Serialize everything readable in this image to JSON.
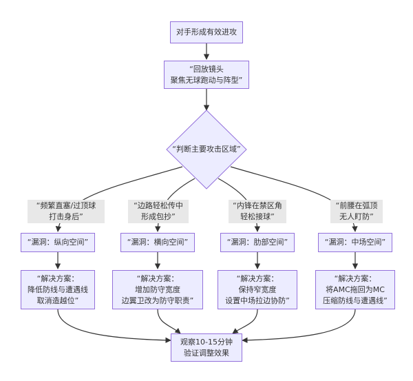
{
  "colors": {
    "node_fill": "#ECECFF",
    "node_border": "#9370DB",
    "edge": "#333333",
    "edge_label_bg": "#E8E8E8"
  },
  "nodes": {
    "start": {
      "lines": [
        "对手形成有效进攻"
      ]
    },
    "replay": {
      "lines": [
        "“回放镜头",
        "聚焦无球跑动与阵型”"
      ]
    },
    "judge": {
      "lines": [
        "“判断主要攻击区域”"
      ]
    },
    "gap_a": {
      "lines": [
        "“漏洞：纵向空间”"
      ]
    },
    "gap_b": {
      "lines": [
        "“漏洞：横向空间”"
      ]
    },
    "gap_c": {
      "lines": [
        "“漏洞：肋部空间”"
      ]
    },
    "gap_d": {
      "lines": [
        "“漏洞：中场空间”"
      ]
    },
    "fix_a": {
      "lines": [
        "“解决方案：",
        "降低防线与遭遇线",
        "取消造越位”"
      ]
    },
    "fix_b": {
      "lines": [
        "“解决方案：",
        "增加防守宽度",
        "边翼卫改为防守职责”"
      ]
    },
    "fix_c": {
      "lines": [
        "“解决方案：",
        "保持窄宽度",
        "设置中场拉边协防”"
      ]
    },
    "fix_d": {
      "lines": [
        "“解决方案：",
        "将AMC拖回为MC",
        "压缩防线与遭遇线”"
      ]
    },
    "observe": {
      "lines": [
        "观察10-15分钟",
        "验证调整效果"
      ]
    }
  },
  "edge_labels": {
    "a": {
      "lines": [
        "“频繁直塞/过顶球",
        "打击身后”"
      ]
    },
    "b": {
      "lines": [
        "“边路轻松传中",
        "形成包抄”"
      ]
    },
    "c": {
      "lines": [
        "“内锋在禁区角",
        "轻松接球”"
      ]
    },
    "d": {
      "lines": [
        "“前腰在弧顶",
        "无人盯防”"
      ]
    }
  }
}
